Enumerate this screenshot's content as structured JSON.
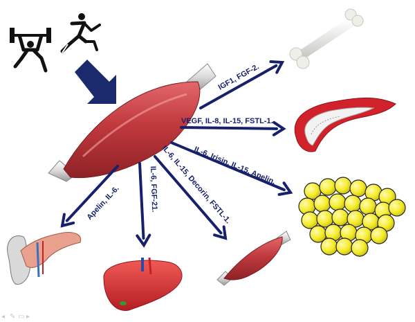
{
  "colors": {
    "arrow": "#16206b",
    "muscle": "#c0393d",
    "bone": "#f1f1ee",
    "vessel": "#d1222c",
    "adipocyte": "#f5ec2a",
    "liver": "#d8282c",
    "pancreas": "#e9a08c"
  },
  "icons": {
    "weightlifter": "weightlifter-icon",
    "runner": "runner-icon"
  },
  "arrows": [
    {
      "target": "bone",
      "label": "IGF1, FGF-2."
    },
    {
      "target": "blood-vessel",
      "label": "VEGF, IL-8, IL-15, FSTL-1."
    },
    {
      "target": "adipose-tissue",
      "label": "IL-6, Irisin, IL-15, Apelin."
    },
    {
      "target": "muscle",
      "label": "IL-6, IL-15, Decorin, FSTL-1."
    },
    {
      "target": "liver",
      "label": "IL-6, FGF-21."
    },
    {
      "target": "pancreas",
      "label": "Apelin, IL-6."
    }
  ]
}
